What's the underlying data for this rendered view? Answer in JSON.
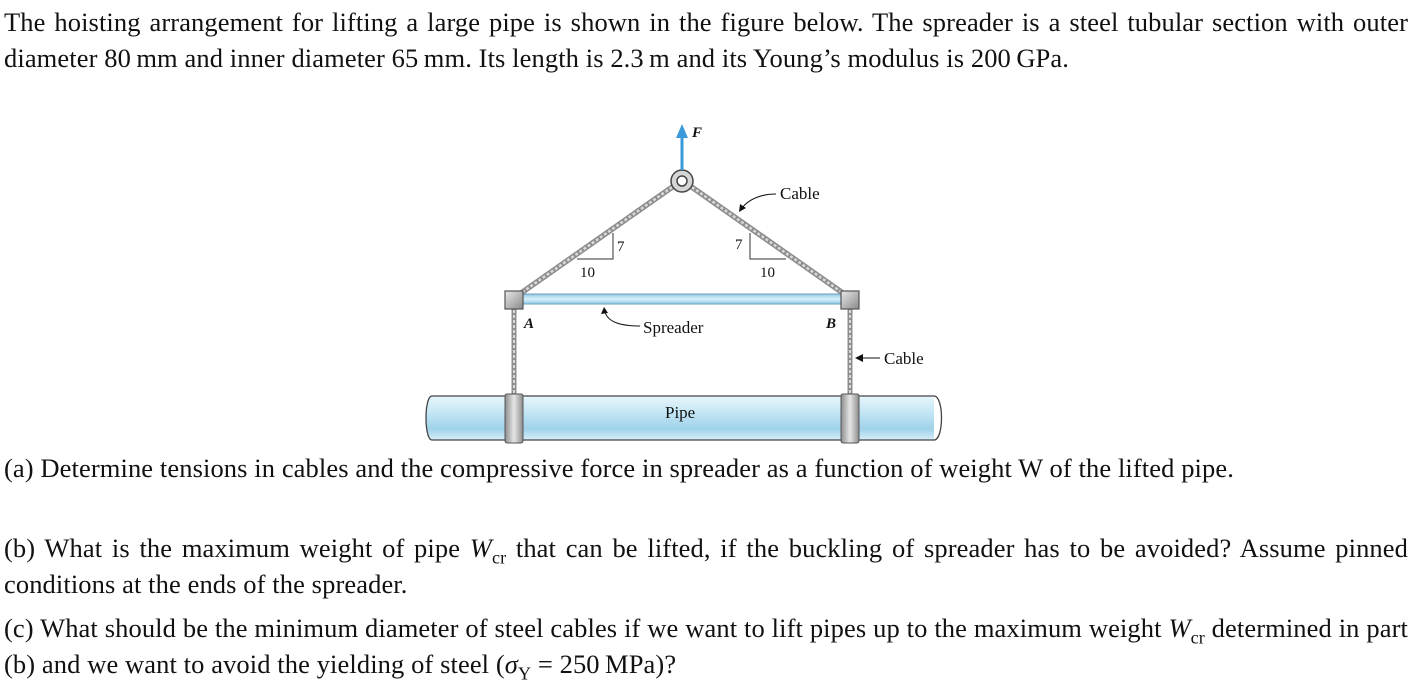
{
  "problem": {
    "intro": "The hoisting arrangement for lifting a large pipe is shown in the figure below. The spreader is a steel tubular section with outer diameter 80 mm and inner diameter 65 mm. Its length is 2.3 m and its Young’s modulus is 200 GPa.",
    "part_a": "(a) Determine tensions in cables and the compressive force in spreader as a function of weight W of the lifted pipe.",
    "part_b_1": "(b) What is the maximum weight of pipe ",
    "part_b_sym": "W",
    "part_b_sub": "cr",
    "part_b_2": " that can be lifted, if the buckling of spreader has to be avoided? Assume pinned conditions at the ends of the spreader.",
    "part_c_1": "(c) What should be the minimum diameter of steel cables if we want to lift pipes up to the maximum weight ",
    "part_c_sym": "W",
    "part_c_sub": "cr",
    "part_c_2": " determined in part (b) and we want to avoid the yielding of steel (",
    "part_c_sigma": "σ",
    "part_c_sigma_sub": "Y",
    "part_c_3": " = 250 MPa)?"
  },
  "figure": {
    "force_label": "F",
    "cable_label_top": "Cable",
    "cable_label_side": "Cable",
    "slope_left_rise": "7",
    "slope_left_run": "10",
    "slope_right_rise": "7",
    "slope_right_run": "10",
    "point_a": "A",
    "point_b": "B",
    "spreader_label": "Spreader",
    "pipe_label": "Pipe",
    "colors": {
      "force_arrow": "#3a9ad9",
      "pipe": "#bfe3f2",
      "spreader": "#a9d8ee",
      "cable": "#b9b9b9",
      "bracket": "#9a9a9a"
    }
  }
}
